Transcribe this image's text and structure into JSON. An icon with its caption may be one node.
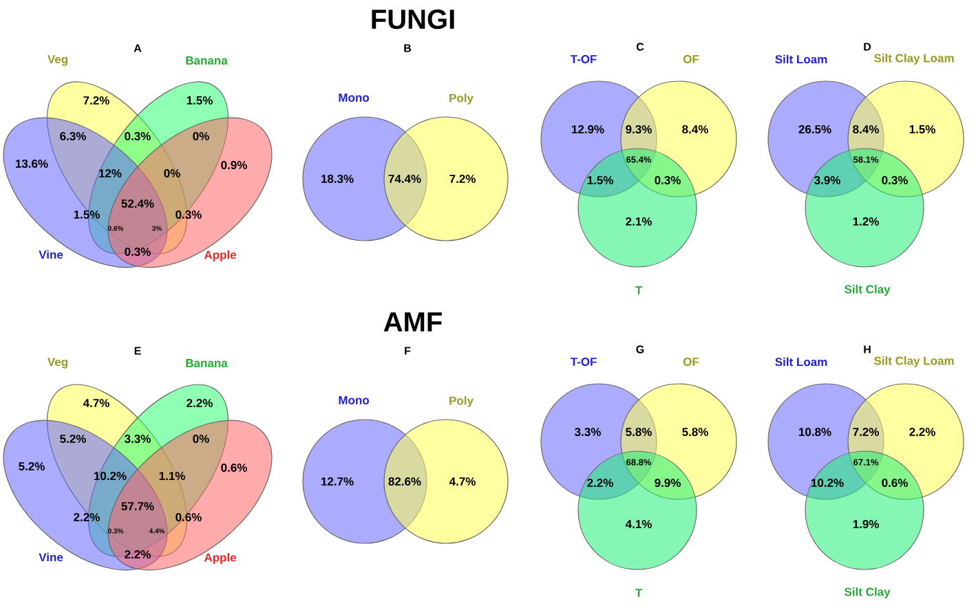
{
  "diagram": {
    "nodes": [
      {
        "text": [
          "Veg"
        ]
      },
      {
        "text": [
          "Banana"
        ]
      },
      {
        "text": [
          "Vine"
        ]
      },
      {
        "text": [
          "Apple"
        ]
      },
      {
        "text": [
          "Mono"
        ]
      },
      {
        "text": [
          "Poly"
        ]
      },
      {
        "text": [
          "T-OF"
        ]
      },
      {
        "text": [
          "OF"
        ]
      },
      {
        "text": [
          "T"
        ]
      },
      {
        "text": [
          "Silt Loam"
        ]
      },
      {
        "text": [
          "Silt Clay Loam"
        ]
      },
      {
        "text": [
          "Silt Clay"
        ]
      },
      {
        "text": [
          "Veg"
        ]
      },
      {
        "text": [
          "Banana"
        ]
      },
      {
        "text": [
          "Vine"
        ]
      },
      {
        "text": [
          "Apple"
        ]
      },
      {
        "text": [
          "Mono"
        ]
      },
      {
        "text": [
          "Poly"
        ]
      },
      {
        "text": [
          "T-OF"
        ]
      },
      {
        "text": [
          "OF"
        ]
      },
      {
        "text": [
          "T"
        ]
      },
      {
        "text": [
          "Silt Loam"
        ]
      },
      {
        "text": [
          "Silt Clay Loam"
        ]
      },
      {
        "text": [
          "Silt Clay"
        ]
      }
    ],
    "edges": [],
    "labels": [
      "FUNGI",
      "A",
      "B",
      "C",
      "D",
      "7.2%",
      "1.5%",
      "6.3%",
      "0.3%",
      "0%",
      "13.6%",
      "12%",
      "0%",
      "0.9%",
      "1.5%",
      "52.4%",
      "0.3%",
      "0.6%",
      "3%",
      "0.3%",
      "18.3%",
      "74.4%",
      "7.2%",
      "12.9%",
      "9.3%",
      "8.4%",
      "65.4%",
      "1.5%",
      "0.3%",
      "2.1%",
      "26.5%",
      "8.4%",
      "1.5%",
      "58.1%",
      "3.9%",
      "0.3%",
      "1.2%",
      "AMF",
      "E",
      "F",
      "G",
      "H",
      "4.7%",
      "2.2%",
      "5.2%",
      "3.3%",
      "0%",
      "5.2%",
      "10.2%",
      "1.1%",
      "0.6%",
      "2.2%",
      "57.7%",
      "0.6%",
      "0.3%",
      "4.4%",
      "2.2%",
      "12.7%",
      "82.6%",
      "4.7%",
      "3.3%",
      "5.8%",
      "5.8%",
      "68.8%",
      "2.2%",
      "9.9%",
      "4.1%",
      "10.8%",
      "7.2%",
      "2.2%",
      "67.1%",
      "10.2%",
      "0.6%",
      "1.9%"
    ]
  }
}
